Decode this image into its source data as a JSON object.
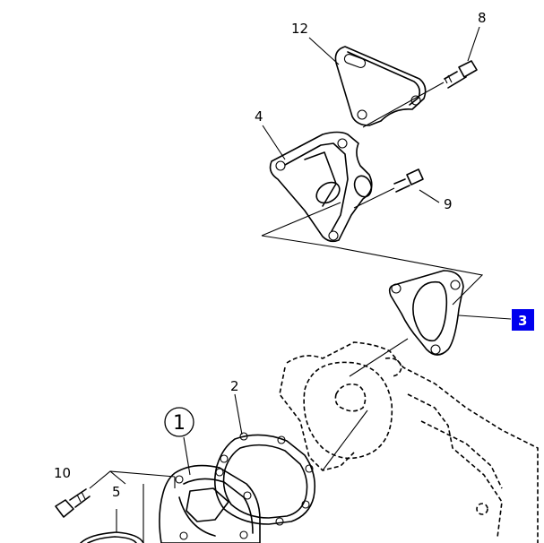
{
  "callouts": {
    "c1": "1",
    "c2": "2",
    "c3": "3",
    "c4": "4",
    "c5": "5",
    "c8": "8",
    "c9": "9",
    "c10": "10",
    "c12": "12"
  },
  "highlight_color": "#0000ee"
}
